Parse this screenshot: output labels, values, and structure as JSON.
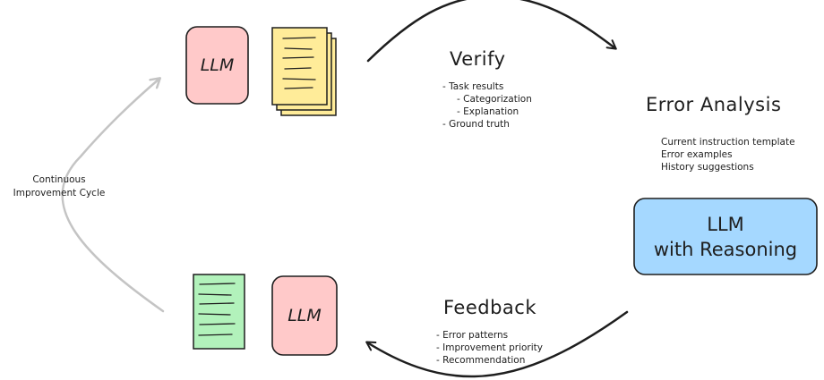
{
  "cycle_label": [
    "Continuous",
    "Improvement Cycle"
  ],
  "llm_top": "LLM",
  "llm_bottom": "LLM",
  "llm_reasoning": [
    "LLM",
    "with Reasoning"
  ],
  "verify": {
    "title": "Verify",
    "items": [
      {
        "text": "- Task results",
        "indent": 0
      },
      {
        "text": "- Categorization",
        "indent": 1
      },
      {
        "text": "- Explanation",
        "indent": 1
      },
      {
        "text": "- Ground truth",
        "indent": 0
      }
    ]
  },
  "error_analysis": {
    "title": "Error Analysis",
    "items": [
      "Current instruction template",
      "Error examples",
      "History suggestions"
    ]
  },
  "feedback": {
    "title": "Feedback",
    "items": [
      "- Error patterns",
      "- Improvement priority",
      "- Recommendation"
    ]
  },
  "colors": {
    "llm_box": "#ffc9c9",
    "doc_yellow": "#ffec99",
    "doc_green": "#b2f2bb",
    "reasoning_box": "#a5d8ff",
    "stroke": "#1e1e1e",
    "cycle_arrow": "#c4c4c4"
  }
}
